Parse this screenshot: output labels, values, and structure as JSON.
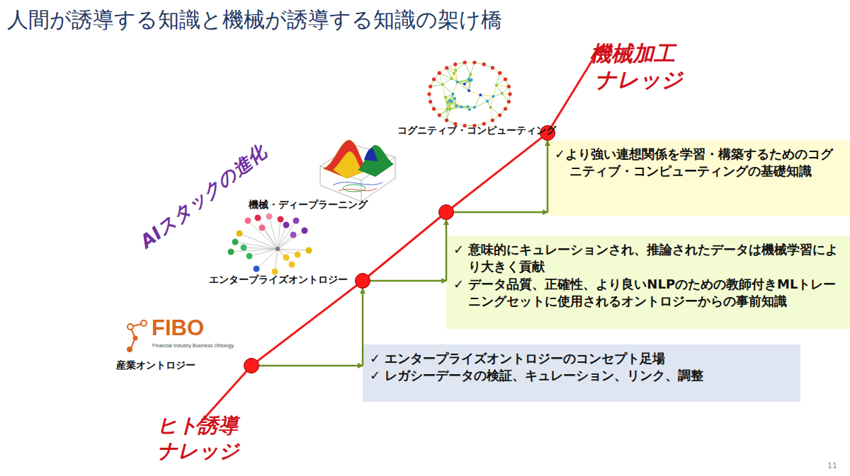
{
  "diagram": {
    "title": "人間が誘導する知識と機械が誘導する知識の架け橋",
    "nodes": [
      {
        "text": [
          "産業オントロジー"
        ]
      },
      {
        "text": [
          "✓ エンタープライズオントロジーのコンセプト足場",
          "✓ レガシーデータの検証、キュレーション、リンク、調整"
        ]
      },
      {
        "text": [
          "エンタープライズオントロジー"
        ]
      },
      {
        "text": [
          "✓ 意味的にキュレーションされ、推論されたデータは機械学習により大きく貢献",
          "✓ データ品質、正確性、より良いNLPのための教師付きMLトレーニングセットに使用されるオントロジーからの事前知識"
        ]
      },
      {
        "text": [
          "機械・ディープラーニング"
        ]
      },
      {
        "text": [
          "✓より強い連想関係を学習・構築するためのコグニティブ・コンピューティングの基礎知識"
        ]
      },
      {
        "text": [
          "コグニティブ・コンピューティング"
        ]
      }
    ],
    "edges": [
      {
        "from": 0,
        "to": 1,
        "arrow": "to"
      },
      {
        "from": 1,
        "to": 2,
        "arrow": "to"
      },
      {
        "from": 2,
        "to": 3,
        "arrow": "to"
      },
      {
        "from": 3,
        "to": 4,
        "arrow": "to"
      },
      {
        "from": 4,
        "to": 5,
        "arrow": "to"
      },
      {
        "from": 5,
        "to": 6,
        "arrow": "to"
      }
    ],
    "labels": [
      "機械加工",
      "ナレッジ",
      "AIスタックの進化",
      "FIBO",
      "Financial Industry Business Ontology",
      "ヒト誘導",
      "ナレッジ",
      "11"
    ]
  }
}
